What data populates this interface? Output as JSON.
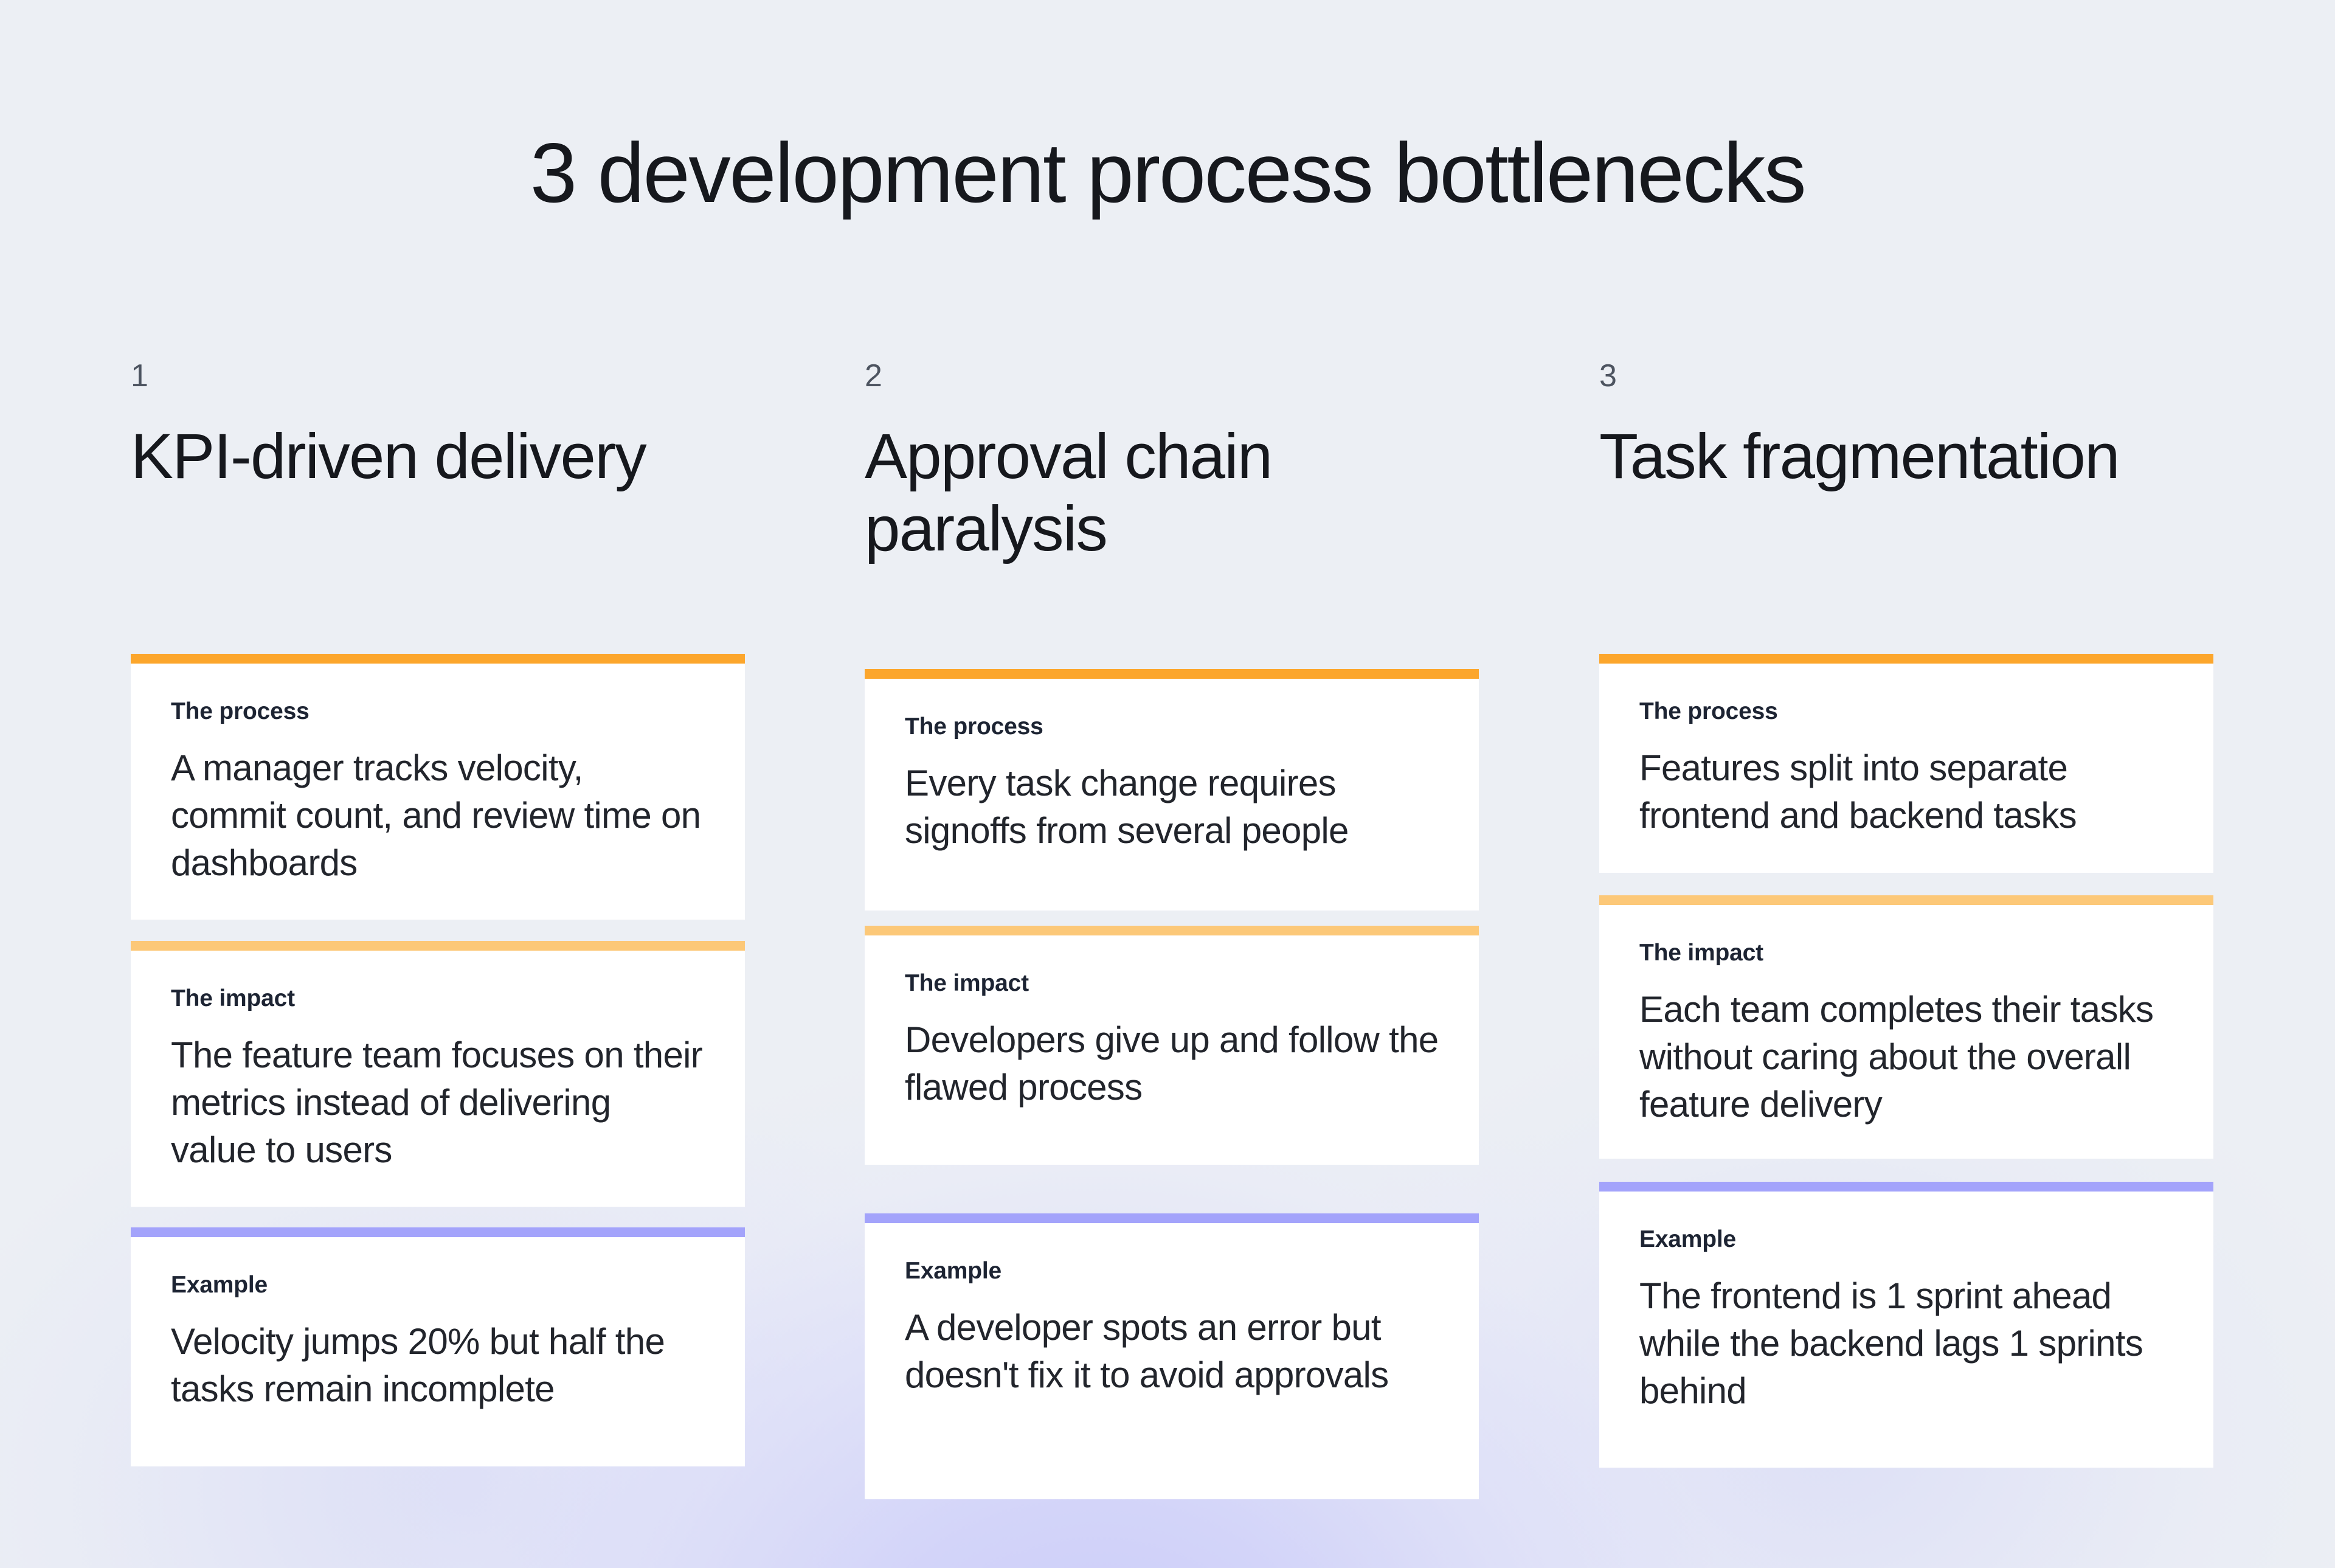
{
  "page": {
    "title": "3 development process bottlenecks",
    "background_start": "#eceff4",
    "background_glow": "#d4d5f7"
  },
  "accent_colors": {
    "process": "#fca62c",
    "impact": "#fcc878",
    "example": "#a3a3fb"
  },
  "columns": [
    {
      "number": "1",
      "title": "KPI-driven delivery",
      "cards": [
        {
          "label": "The process",
          "text": "A manager tracks velocity, commit count, and review time on dashboards",
          "accent": "process"
        },
        {
          "label": "The impact",
          "text": "The feature team focuses on their metrics instead of delivering value to users",
          "accent": "impact"
        },
        {
          "label": "Example",
          "text": "Velocity jumps 20% but half the tasks remain incomplete",
          "accent": "example"
        }
      ]
    },
    {
      "number": "2",
      "title": "Approval chain paralysis",
      "cards": [
        {
          "label": "The process",
          "text": "Every task change requires signoffs from several people",
          "accent": "process"
        },
        {
          "label": "The impact",
          "text": "Developers give up and follow the flawed process",
          "accent": "impact"
        },
        {
          "label": "Example",
          "text": "A developer spots an error but doesn't fix it to avoid approvals",
          "accent": "example"
        }
      ]
    },
    {
      "number": "3",
      "title": "Task fragmentation",
      "cards": [
        {
          "label": "The process",
          "text": "Features split into separate frontend and backend tasks",
          "accent": "process"
        },
        {
          "label": "The impact",
          "text": "Each team completes their tasks without caring about the overall feature delivery",
          "accent": "impact"
        },
        {
          "label": "Example",
          "text": "The frontend is 1 sprint ahead while the backend lags 1 sprints behind",
          "accent": "example"
        }
      ]
    }
  ]
}
